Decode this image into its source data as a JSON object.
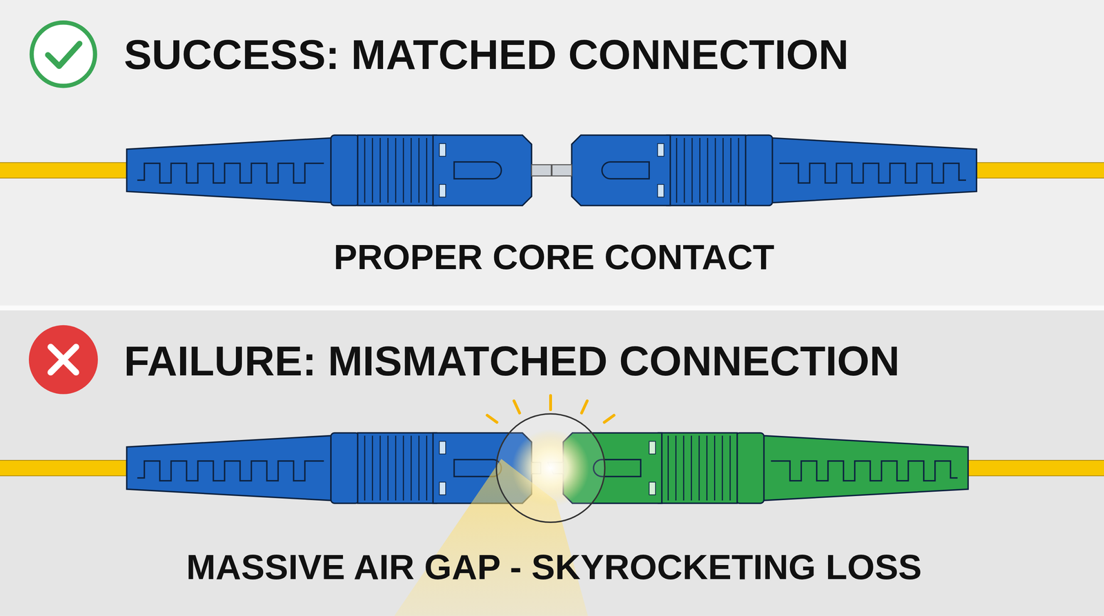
{
  "diagram": {
    "nodes": [
      {
        "text": [
          "SUCCESS: MATCHED CONNECTION",
          "PROPER CORE CONTACT"
        ]
      },
      {
        "text": [
          "FAILURE: MISMATCHED CONNECTION",
          "MASSIVE AIR GAP - SKYROCKETING LOSS"
        ]
      }
    ]
  }
}
